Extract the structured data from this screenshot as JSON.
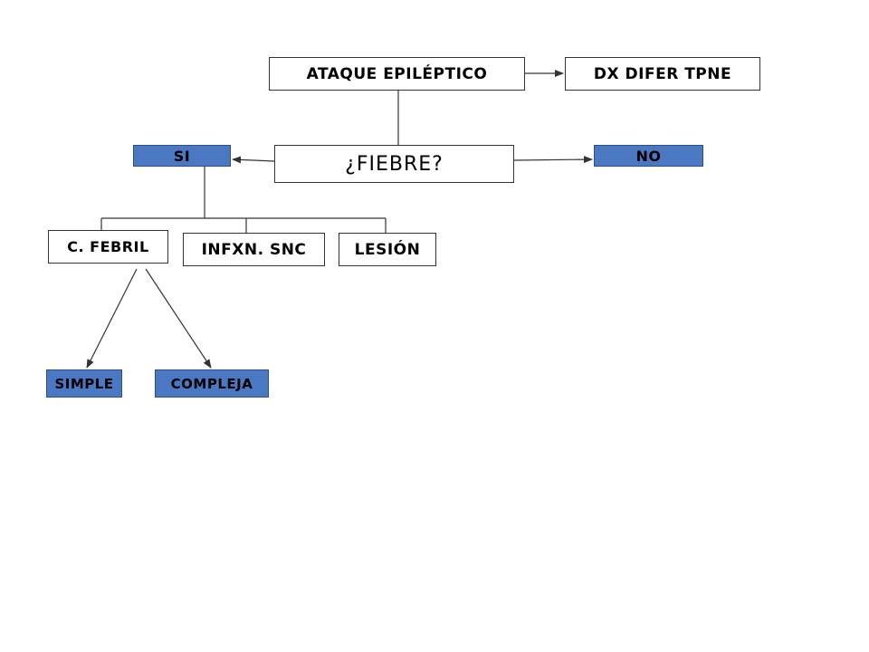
{
  "diagram": {
    "nodes": {
      "ataque": "ATAQUE EPILÉPTICO",
      "dx_difer": "DX DIFER TPNE",
      "fiebre": "¿FIEBRE?",
      "si": "SI",
      "no": "NO",
      "c_febril": "C. FEBRIL",
      "infxn_snc": "INFXN. SNC",
      "lesion": "LESIÓN",
      "simple": "SIMPLE",
      "compleja": "COMPLEJA"
    },
    "colors": {
      "highlight_fill": "#4a78c2",
      "line": "#333333",
      "background": "#ffffff"
    },
    "edges": [
      {
        "from": "ataque",
        "to": "dx_difer",
        "arrow": true
      },
      {
        "from": "ataque",
        "to": "fiebre",
        "arrow": false
      },
      {
        "from": "fiebre",
        "to": "si",
        "arrow": true
      },
      {
        "from": "fiebre",
        "to": "no",
        "arrow": true
      },
      {
        "from": "si",
        "to": "c_febril",
        "arrow": false
      },
      {
        "from": "si",
        "to": "infxn_snc",
        "arrow": false
      },
      {
        "from": "si",
        "to": "lesion",
        "arrow": false
      },
      {
        "from": "c_febril",
        "to": "simple",
        "arrow": true
      },
      {
        "from": "c_febril",
        "to": "compleja",
        "arrow": true
      }
    ]
  }
}
